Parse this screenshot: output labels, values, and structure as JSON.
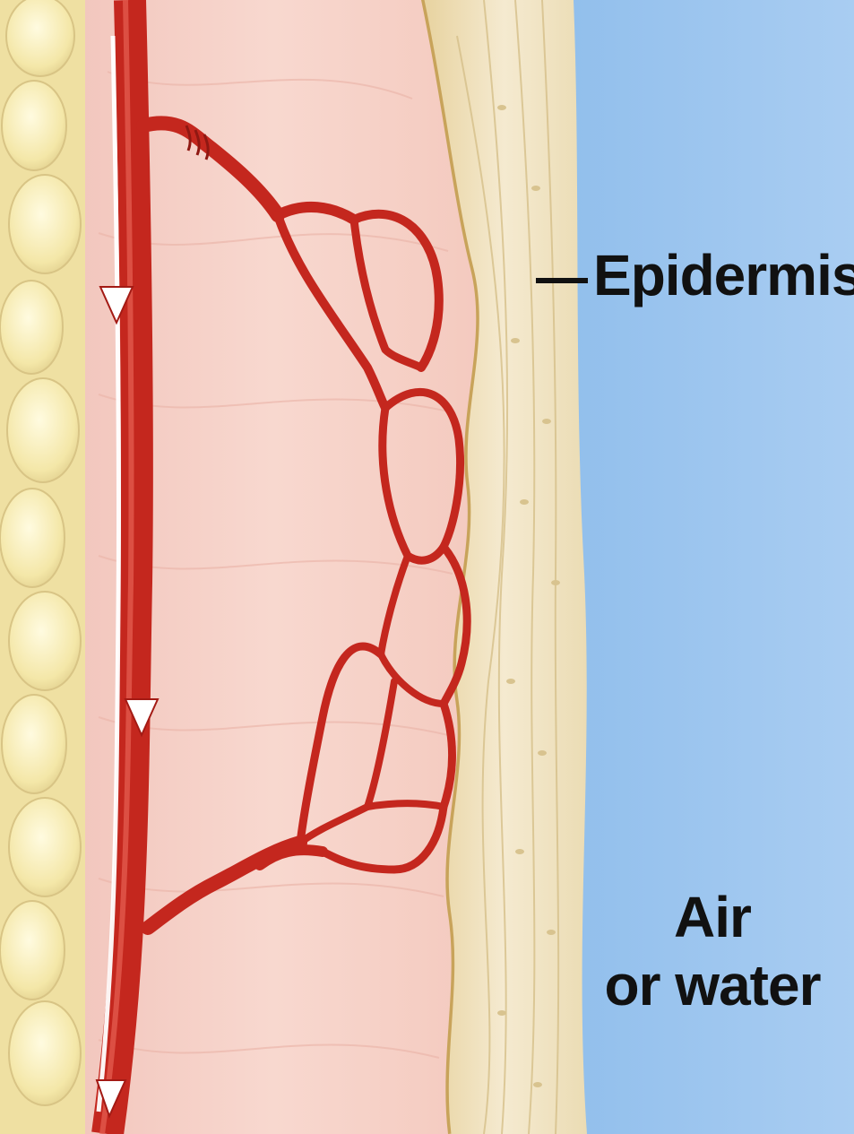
{
  "labels": {
    "epidermis": "Epidermis",
    "medium_line1": "Air",
    "medium_line2": "or water"
  },
  "colors": {
    "medium": "#7fb2e6",
    "dermis": "#f6cfc5",
    "epidermis": "#efe3c2",
    "fat": "#f3e7a6",
    "vessel": "#c4271e",
    "label_text": "#111111"
  },
  "icons": [
    "flow-arrow-icon"
  ]
}
